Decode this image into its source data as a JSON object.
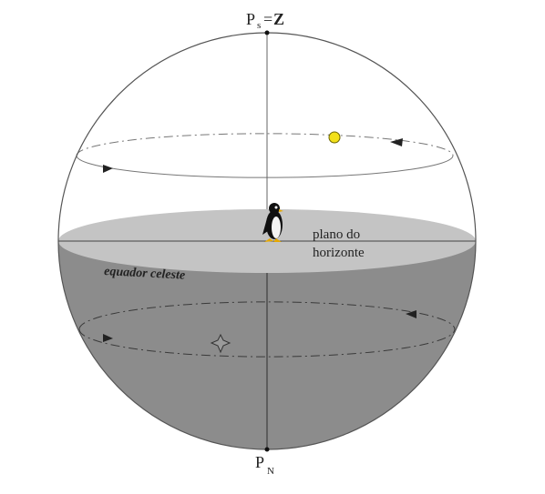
{
  "labels": {
    "zenith_main": "P",
    "zenith_sub": "s",
    "zenith_eq": "=",
    "zenith_z": "Z",
    "nadir_main": "P",
    "nadir_sub": "N",
    "horizon_line1": "plano do",
    "horizon_line2": "horizonte",
    "equator": "equador celeste"
  },
  "colors": {
    "background": "#ffffff",
    "sphere_outline": "#555555",
    "lower_hemisphere": "#8c8c8c",
    "horizon_plane": "#c4c4c4",
    "sun": "#f2e01a",
    "sun_stroke": "#6b6400"
  },
  "icons": {
    "observer": "penguin-icon",
    "sun": "sun-icon",
    "star": "four-point-star-icon"
  }
}
